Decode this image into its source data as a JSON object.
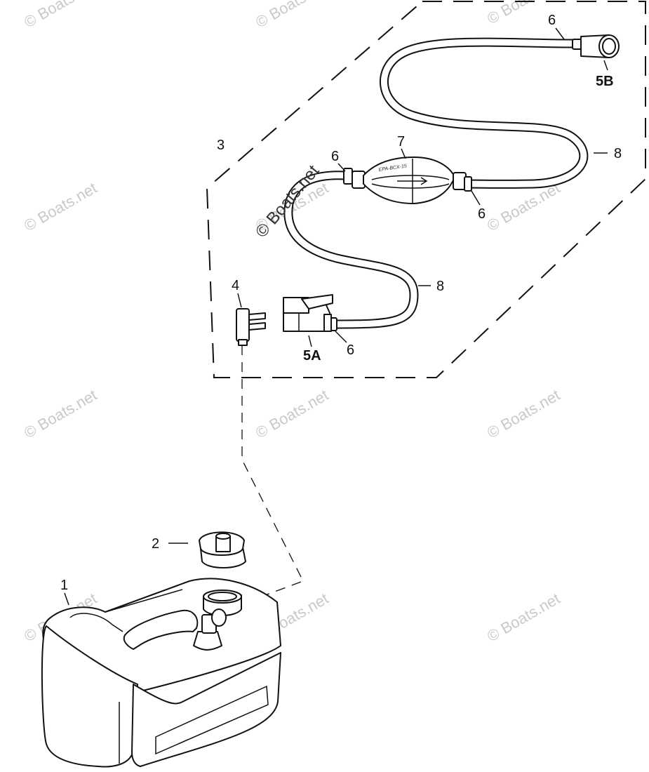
{
  "callouts": {
    "tank": "1",
    "cap": "2",
    "assembly": "3",
    "connector": "4",
    "fitting_engine": "5A",
    "fitting_tank": "5B",
    "clamp_top": "6",
    "clamp_bulb_left": "6",
    "clamp_bulb_right": "6",
    "clamp_bottom": "6",
    "primer_bulb": "7",
    "hose_upper": "8",
    "hose_lower": "8"
  },
  "bulb_text": "EPA-BCX-15",
  "watermarks": [
    "© Boats.net",
    "© Boats.net",
    "© Boats.net",
    "© Boats.net",
    "© Boats.net",
    "© Boats.net",
    "© Boats.net",
    "© Boats.net",
    "© Boats.net",
    "© Boats.net",
    "© Boats.net",
    "© Boats.net"
  ],
  "center_watermark": "© Boats.net",
  "colors": {
    "ink": "#111111",
    "watermark": "#c9c9c9"
  }
}
